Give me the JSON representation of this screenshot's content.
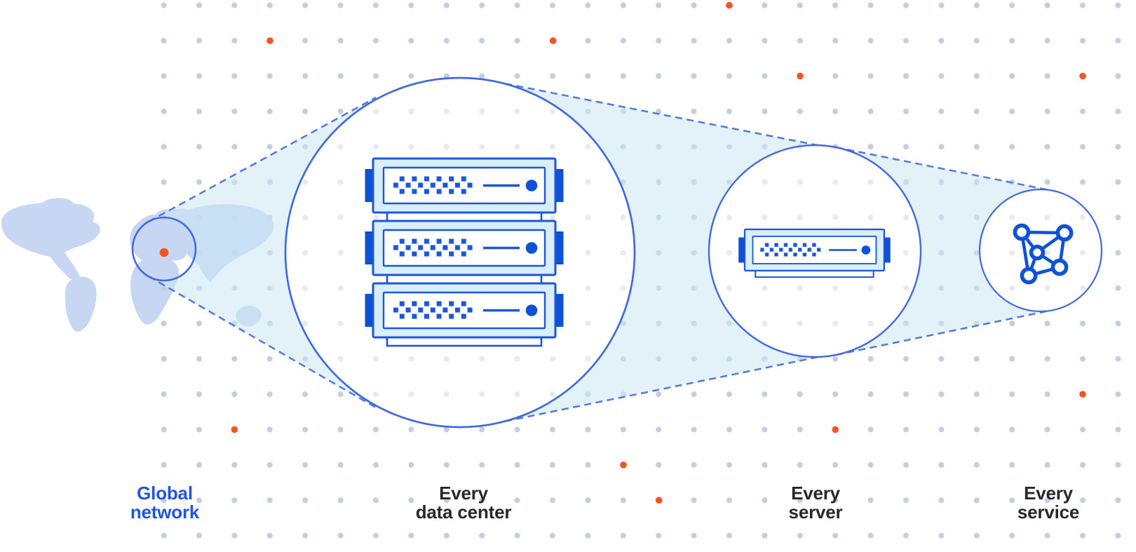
{
  "diagram": {
    "labels": {
      "global_network": {
        "line1": "Global",
        "line2": "network"
      },
      "every_data_center": {
        "line1": "Every",
        "line2": "data center"
      },
      "every_server": {
        "line1": "Every",
        "line2": "server"
      },
      "every_service": {
        "line1": "Every",
        "line2": "service"
      }
    },
    "icons": {
      "map": "world-map",
      "focus": "map-focus-circle",
      "focus_dot": "location-orange-dot",
      "data_center": "server-rack-stack-icon",
      "server": "server-icon",
      "service": "network-mesh-icon"
    },
    "colors": {
      "label_blue": "#2254e4",
      "label_dark": "#26282b",
      "circle_stroke": "#4269de",
      "dash_stroke": "#5377e3",
      "icon_blue": "#0d51d6",
      "icon_outline": "#1c56dc",
      "server_panel_fill": "#d9eefb",
      "cone_fill": "#dff0f8",
      "map_fill": "#c7d6f3",
      "grid_dot": "#c6cde0",
      "grid_dot_faint": "#e9eaef",
      "orange_dot": "#f55420"
    }
  }
}
